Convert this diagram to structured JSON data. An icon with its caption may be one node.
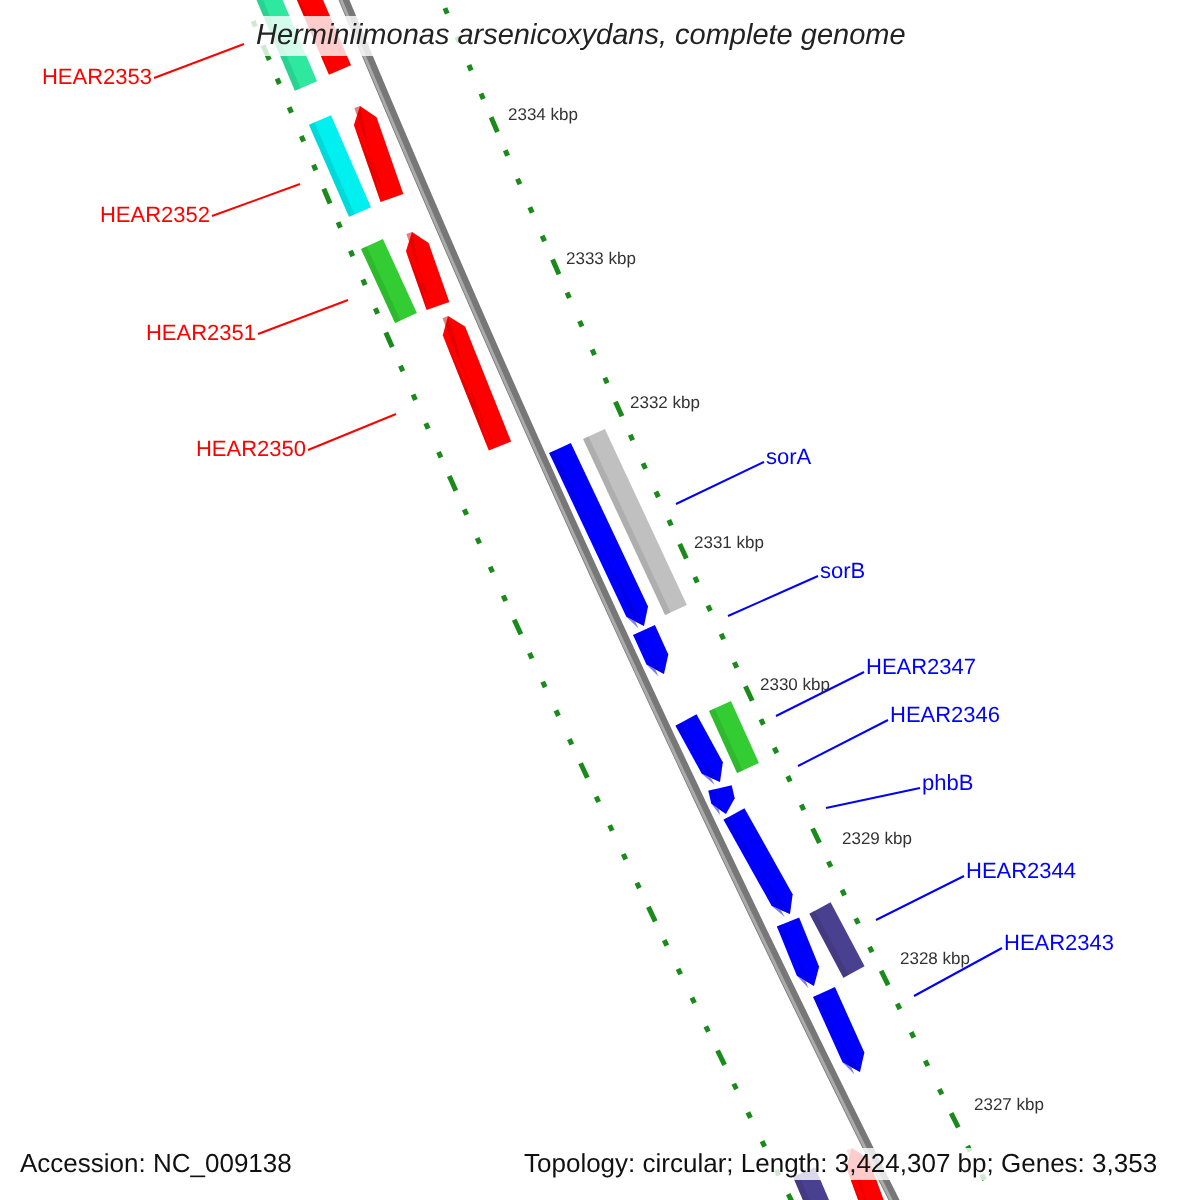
{
  "diagram": {
    "title": "Herminiimonas arsenicoxydans, complete genome",
    "nodes": [
      {
        "text": [
          "HEAR2353"
        ]
      },
      {
        "text": [
          "HEAR2352"
        ]
      },
      {
        "text": [
          "HEAR2351"
        ]
      },
      {
        "text": [
          "HEAR2350"
        ]
      },
      {
        "text": [
          "sorA"
        ]
      },
      {
        "text": [
          "sorB"
        ]
      },
      {
        "text": [
          "HEAR2347"
        ]
      },
      {
        "text": [
          "HEAR2346"
        ]
      },
      {
        "text": [
          "phbB"
        ]
      },
      {
        "text": [
          "HEAR2344"
        ]
      },
      {
        "text": [
          "HEAR2343"
        ]
      }
    ],
    "edges": [
      {
        "from": 0,
        "to": null,
        "arrow": "none",
        "color": "#ff0000"
      },
      {
        "from": 1,
        "to": null,
        "arrow": "none",
        "color": "#ff0000"
      },
      {
        "from": 2,
        "to": null,
        "arrow": "none",
        "color": "#ff0000"
      },
      {
        "from": 3,
        "to": null,
        "arrow": "none",
        "color": "#ff0000"
      },
      {
        "from": 4,
        "to": null,
        "arrow": "none"
      },
      {
        "from": 5,
        "to": null,
        "arrow": "none"
      },
      {
        "from": 6,
        "to": null,
        "arrow": "none"
      },
      {
        "from": 7,
        "to": null,
        "arrow": "none"
      },
      {
        "from": 8,
        "to": null,
        "arrow": "none"
      },
      {
        "from": 9,
        "to": null,
        "arrow": "none"
      },
      {
        "from": 10,
        "to": null,
        "arrow": "none"
      }
    ],
    "labels": [
      "2334 kbp",
      "2333 kbp",
      "2332 kbp",
      "2331 kbp",
      "2330 kbp",
      "2329 kbp",
      "2328 kbp",
      "2327 kbp",
      "Accession: NC_009138",
      "Topology: circular; Length: 3,424,307 bp; Genes: 3,353"
    ]
  }
}
